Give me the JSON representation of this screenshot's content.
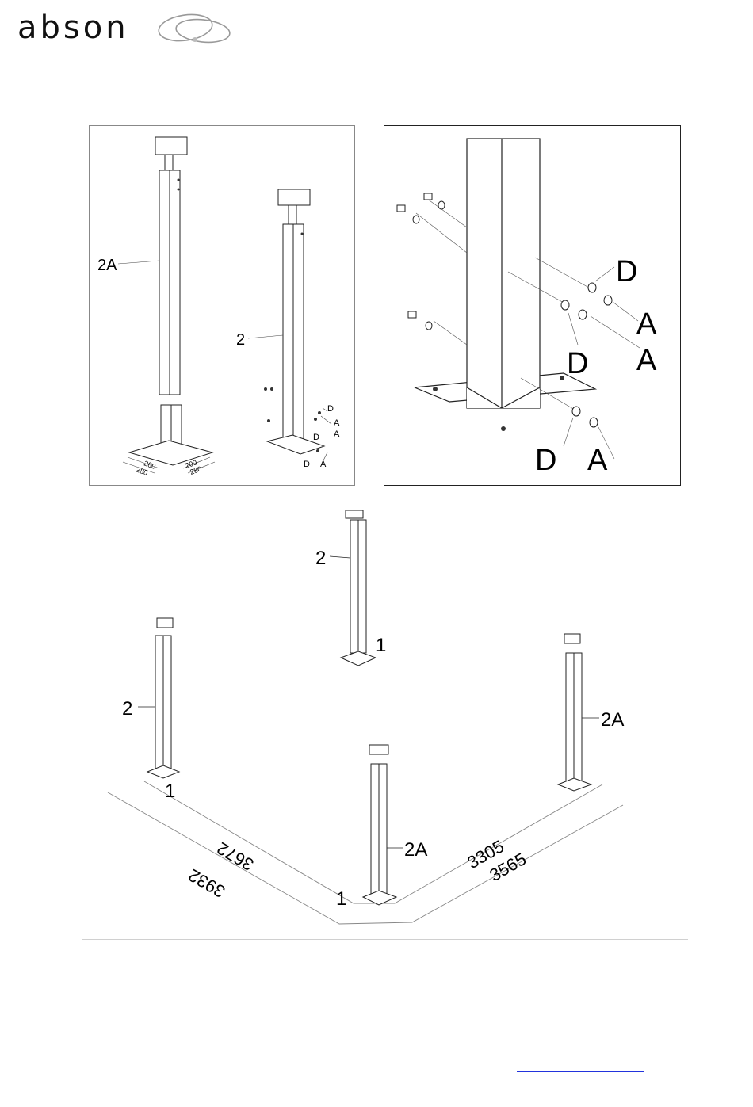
{
  "brand": {
    "name": "abson"
  },
  "panel_left": {
    "label_post_a": "2A",
    "label_post": "2",
    "label_d1": "D",
    "label_a1": "A",
    "label_a2": "A",
    "label_d2": "D",
    "label_d3": "D",
    "label_a3": "A",
    "dim_200a": "200",
    "dim_200b": "200",
    "dim_280a": "280",
    "dim_280b": "280"
  },
  "panel_right": {
    "label_d_top": "D",
    "label_a_top": "A",
    "label_d_mid": "D",
    "label_a_mid": "A",
    "label_d_bot": "D",
    "label_a_bot": "A"
  },
  "layout": {
    "label_back_post": "2",
    "label_back_base": "1",
    "label_left_post": "2",
    "label_left_base": "1",
    "label_right_post": "2A",
    "label_front_post": "2A",
    "label_front_base": "1",
    "dim_inner_left": "3672",
    "dim_outer_left": "3932",
    "dim_inner_right": "3305",
    "dim_outer_right": "3565"
  },
  "footer": {
    "link_text": ""
  }
}
